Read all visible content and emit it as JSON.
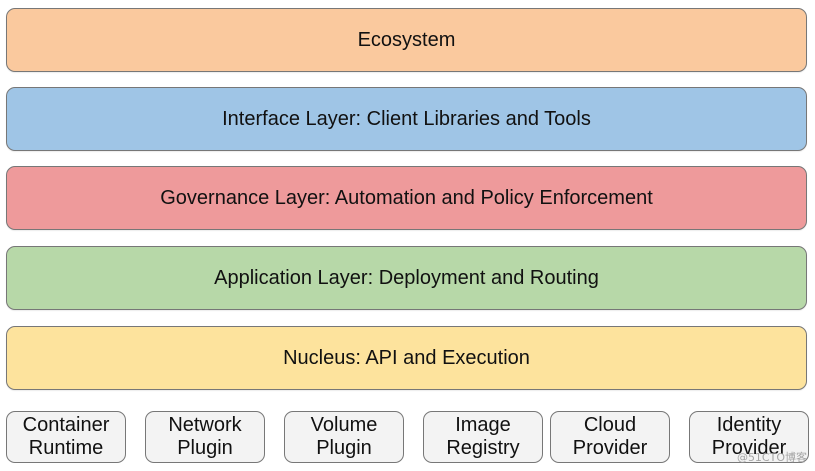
{
  "layers": [
    {
      "label": "Ecosystem",
      "color": "#fac99e"
    },
    {
      "label": "Interface Layer: Client Libraries and Tools",
      "color": "#9fc5e6"
    },
    {
      "label": "Governance Layer: Automation and Policy Enforcement",
      "color": "#ee9a9b"
    },
    {
      "label": "Application Layer: Deployment and Routing",
      "color": "#b7d8a8"
    },
    {
      "label": "Nucleus: API and Execution",
      "color": "#fde39d"
    }
  ],
  "plugins": [
    {
      "line1": "Container",
      "line2": "Runtime"
    },
    {
      "line1": "Network",
      "line2": "Plugin"
    },
    {
      "line1": "Volume",
      "line2": "Plugin"
    },
    {
      "line1": "Image",
      "line2": "Registry"
    },
    {
      "line1": "Cloud",
      "line2": "Provider"
    },
    {
      "line1": "Identity",
      "line2": "Provider"
    }
  ],
  "plugin_color": "#f3f3f3",
  "watermark": "@51CTO博客"
}
